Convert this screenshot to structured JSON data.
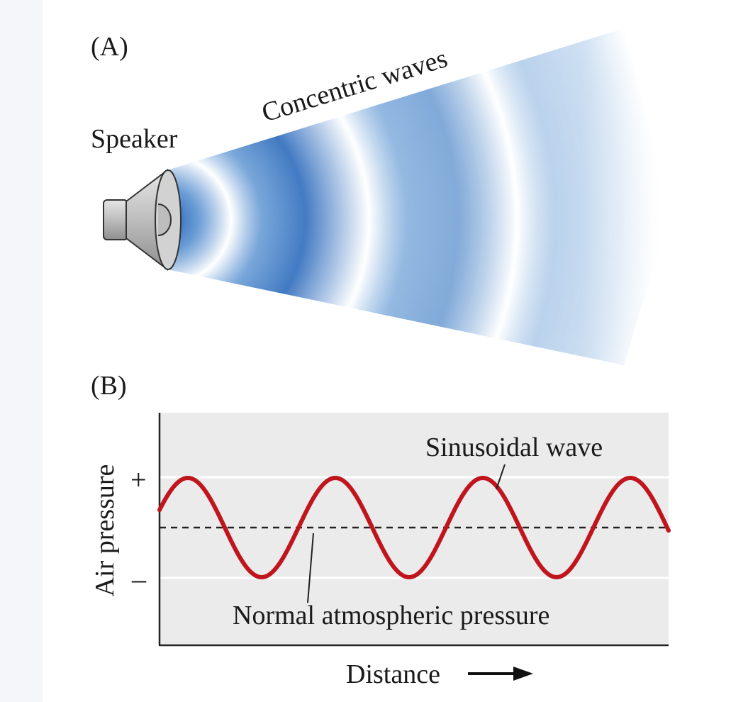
{
  "panel_a": {
    "label": "(A)",
    "speaker_label": "Speaker",
    "waves_label": "Concentric waves",
    "colors": {
      "wave": "#1a5fb4",
      "speaker_fill": "#c8c8c8",
      "speaker_stroke": "#333333"
    },
    "icons": {
      "speaker": "speaker-icon"
    }
  },
  "panel_b": {
    "label": "(B)",
    "y_label": "Air pressure",
    "x_label": "Distance",
    "plus_sign": "+",
    "minus_sign": "–",
    "wave_label": "Sinusoidal wave",
    "baseline_label": "Normal atmospheric pressure",
    "colors": {
      "wave": "#c0151d",
      "plot_bg": "#ebebeb",
      "baseline": "#222222"
    }
  }
}
